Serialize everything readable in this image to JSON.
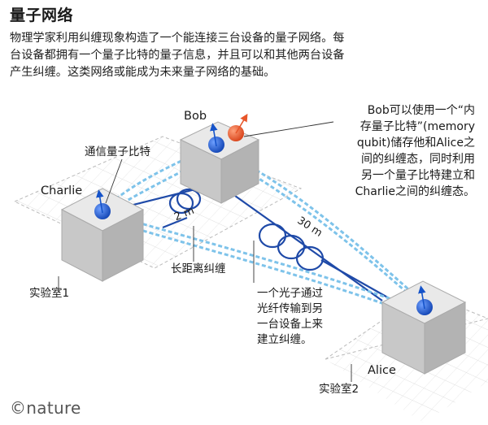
{
  "header": {
    "title": "量子网络",
    "description_lines": [
      "物理学家利用纠缠现象构造了一个能连接三台设备的量子网络。每",
      "台设备都拥有一个量子比特的量子信息，并且可以和其他两台设备",
      "产生纠缠。这类网络或能成为未来量子网络的基础。"
    ]
  },
  "nodes": {
    "charlie": "Charlie",
    "bob": "Bob",
    "alice": "Alice"
  },
  "labels": {
    "comm_qubit": "通信量子比特",
    "long_distance": "长距离纠缠",
    "lab1": "实验室1",
    "lab2": "实验室2",
    "dist_2m": "2 m",
    "dist_30m": "30 m"
  },
  "bob_note_lines": [
    "Bob可以使用一个“内",
    "存量子比特”(memory",
    "qubit)储存他和Alice之",
    "间的纠缠态，同时利用",
    "另一个量子比特建立和",
    "Charlie之间的纠缠态。"
  ],
  "photon_note_lines": [
    "一个光子通过",
    "光纤传输到另",
    "一台设备上来",
    "建立纠缠。"
  ],
  "footer": {
    "logo": "©nature"
  },
  "colors": {
    "fiber": "#1f4aa8",
    "entangle": "#7ec3ea",
    "qubit": "#1553c9",
    "memory_qubit": "#e8562a",
    "arrow": "#e8562a",
    "cube_top": "#e9e9e9",
    "cube_left": "#c8c8c8",
    "cube_right": "#b3b3b3"
  }
}
